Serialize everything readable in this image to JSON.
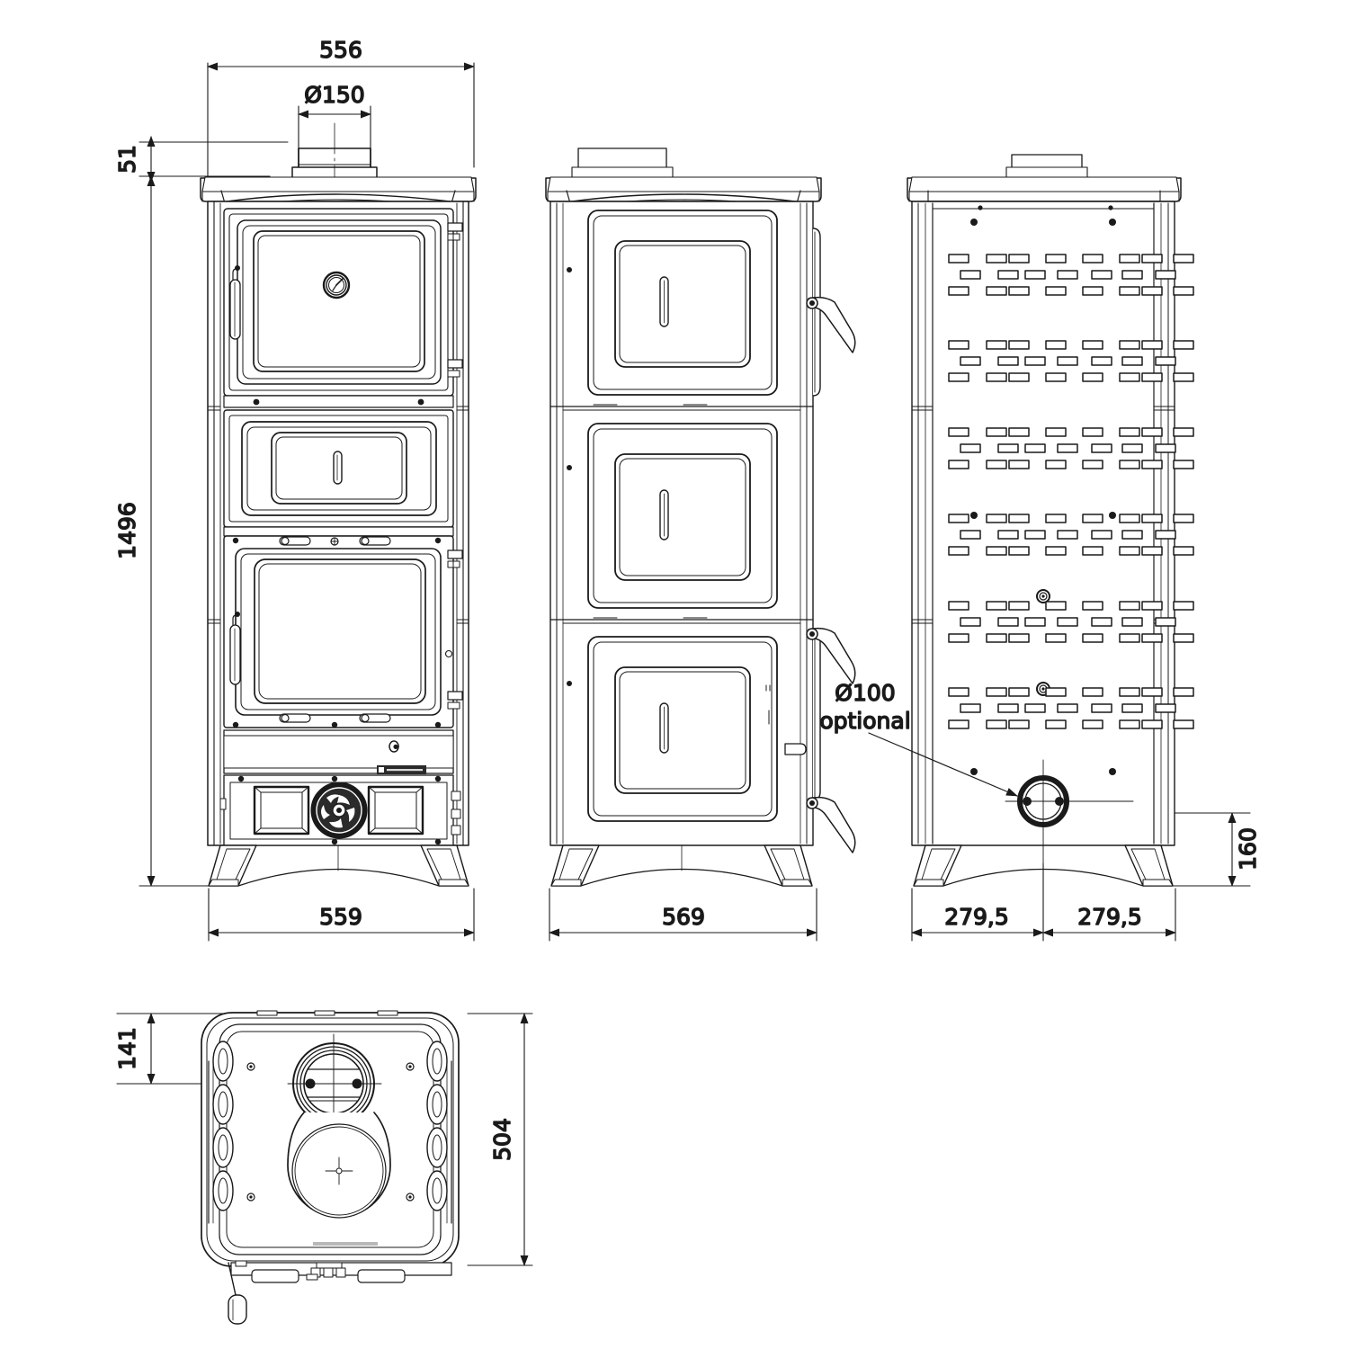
{
  "drawing": {
    "type": "technical-dimension-drawing",
    "subject": "wood-burning cook stove with oven",
    "units": "mm",
    "line_color": "#1a1a1a",
    "background_color": "#ffffff",
    "views": [
      {
        "id": "front",
        "name": "front-elevation"
      },
      {
        "id": "side",
        "name": "side-elevation"
      },
      {
        "id": "rear",
        "name": "rear-elevation"
      },
      {
        "id": "top",
        "name": "top-plan-view"
      }
    ]
  },
  "dimensions": {
    "front_width_top": "556",
    "flue_diameter": "Ø150",
    "flue_height": "51",
    "total_height": "1496",
    "front_width_base": "559",
    "side_depth_base": "569",
    "rear_half_left": "279,5",
    "rear_half_right": "279,5",
    "rear_port_height": "160",
    "top_offset": "141",
    "top_depth": "504"
  },
  "annotations": {
    "optional_port_line1": "Ø100",
    "optional_port_line2": "optional"
  }
}
